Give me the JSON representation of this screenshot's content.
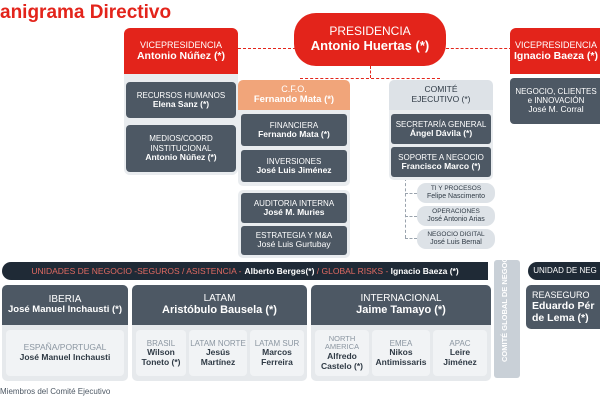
{
  "page_title": "anigrama Directivo",
  "presidencia": {
    "title": "PRESIDENCIA",
    "name": "Antonio Huertas (*)"
  },
  "vp_left": {
    "title": "VICEPRESIDENCIA",
    "name": "Antonio Núñez (*)"
  },
  "vp_right": {
    "title": "VICEPRESIDENCIA",
    "name": "Ignacio Baeza (*)"
  },
  "left_units": [
    {
      "title": "RECURSOS HUMANOS",
      "name": "Elena Sanz (*)"
    },
    {
      "title": "MEDIOS/COORD",
      "title2": "INSTITUCIONAL",
      "name": "Antonio Núñez (*)"
    }
  ],
  "right_unit": {
    "title": "NEGOCIO, CLIENTES",
    "title2": "e INNOVACIÓN",
    "name": "José M. Corral"
  },
  "cfo": {
    "title": "C.F.O.",
    "name": "Fernando Mata (*)"
  },
  "cfo_units": [
    {
      "title": "FINANCIERA",
      "name": "Fernando Mata (*)"
    },
    {
      "title": "INVERSIONES",
      "name": "José Luis Jiménez"
    }
  ],
  "audit_units": [
    {
      "title": "AUDITORIA INTERNA",
      "name": "José M. Muries"
    },
    {
      "title": "ESTRATEGIA Y M&A",
      "name": "José Luis Gurtubay"
    }
  ],
  "comite": {
    "title": "COMITÉ",
    "title2": "EJECUTIVO (*)"
  },
  "comite_units": [
    {
      "title": "SECRETARÍA GENERAL",
      "name": "Ángel Dávila (*)"
    },
    {
      "title": "SOPORTE A NEGOCIO",
      "name": "Francisco Marco (*)"
    }
  ],
  "ops_units": [
    {
      "title": "TI Y PROCESOS",
      "name": "Felipe Nascimento"
    },
    {
      "title": "OPERACIONES",
      "name": "José Antonio Arias"
    },
    {
      "title": "NEGOCIO DIGITAL",
      "name": "José Luis Bernal"
    }
  ],
  "business_bar": {
    "label": "UNIDADES DE NEGOCIO -SEGUROS / ASISTENCIA -",
    "name1": "Alberto Berges(*)",
    "mid": " / GLOBAL RISKS - ",
    "name2": "Ignacio Baeza (*)"
  },
  "right_bar": {
    "label": "UNIDAD DE NEG"
  },
  "regions": [
    {
      "title": "IBERIA",
      "name": "José Manuel Inchausti (*)"
    },
    {
      "title": "LATAM",
      "name": "Aristóbulo Bausela (*)"
    },
    {
      "title": "INTERNACIONAL",
      "name": "Jaime Tamayo (*)"
    }
  ],
  "iberia_sub": [
    {
      "title": "ESPAÑA/PORTUGAL",
      "name": "José Manuel Inchausti"
    }
  ],
  "latam_sub": [
    {
      "title": "BRASIL",
      "name": "Wilson",
      "name2": "Toneto (*)"
    },
    {
      "title": "LATAM NORTE",
      "name": "Jesús",
      "name2": "Martínez"
    },
    {
      "title": "LATAM SUR",
      "name": "Marcos",
      "name2": "Ferreira"
    }
  ],
  "intl_sub": [
    {
      "title": "NORTH",
      "title2": "AMERICA",
      "name": "Alfredo",
      "name2": "Castelo (*)"
    },
    {
      "title": "EMEA",
      "name": "Nikos",
      "name2": "Antimissaris"
    },
    {
      "title": "APAC",
      "name": "Leire",
      "name2": "Jiménez"
    }
  ],
  "vertical_label": "COMITÉ GLOBAL DE NEGOCIOS",
  "reaseguro": {
    "title": "REASEGURO",
    "name": "Eduardo Pér",
    "name2": "de Lema (*)"
  },
  "footnote": "Miembros del Comité Ejecutivo"
}
